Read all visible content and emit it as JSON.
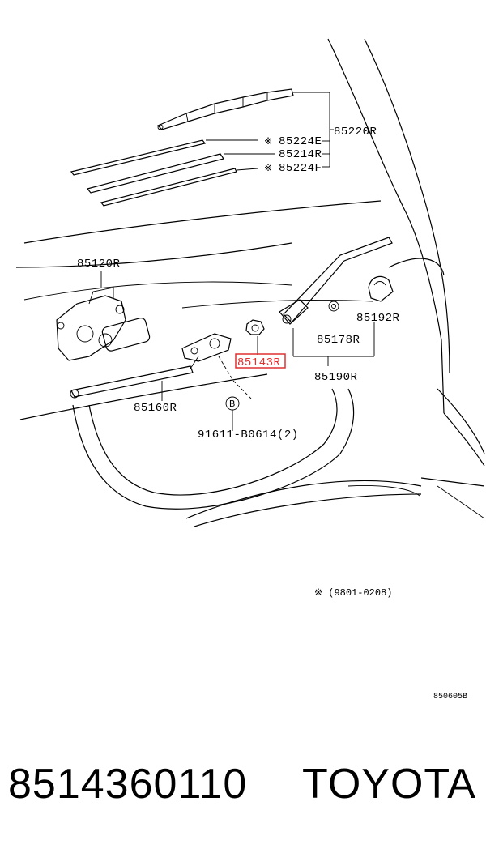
{
  "diagram": {
    "labels": {
      "p85220r": "85220R",
      "p85224e": "85224E",
      "p85214r": "85214R",
      "p85224f": "85224F",
      "p85120r": "85120R",
      "p85192r": "85192R",
      "p85178r": "85178R",
      "p85143r": "85143R",
      "p85190r": "85190R",
      "p85160r": "85160R",
      "p91611": "91611-B0614(2)",
      "bolt_marker": "B"
    },
    "note_mark": "※",
    "footnote": "※ (9801-0208)",
    "figure_code": "850605B",
    "highlight_color": "#e03030"
  },
  "footer": {
    "part_number": "8514360110",
    "brand": "TOYOTA"
  }
}
